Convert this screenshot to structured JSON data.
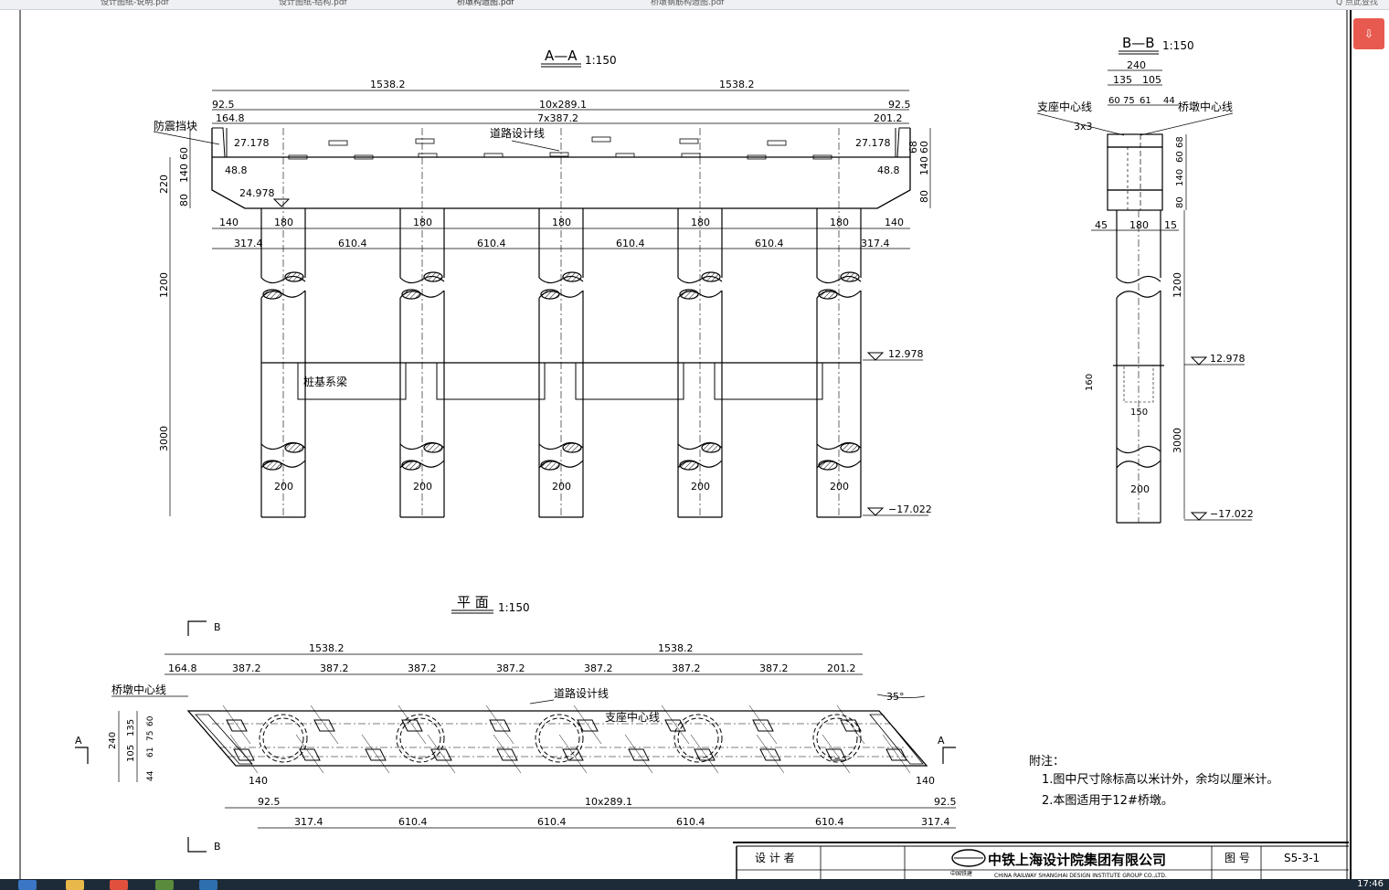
{
  "tabs": [
    {
      "label": "设计图纸-说明.pdf"
    },
    {
      "label": "设计图纸-结构.pdf"
    },
    {
      "label": "桥墩构造图.pdf"
    },
    {
      "label": "桥墩钢筋构造图.pdf"
    }
  ],
  "search_placeholder": "Q 点此查找",
  "side_button_icon": "pdf-convert-icon",
  "clock": "17:46",
  "colors": {
    "accent": "#e85a4f",
    "taskbar": "#1d2a38",
    "line": "#000000"
  },
  "drawing": {
    "aa": {
      "title": "A—A",
      "scale": "1:150",
      "dims": {
        "half": "1538.2",
        "edge": "92.5",
        "spacing10": "10x289.1",
        "spacing7": "7x387.2",
        "left_off": "164.8",
        "right_off": "201.2",
        "elev1": "27.178",
        "elev2": "48.8",
        "elev3": "24.978",
        "pier_w": "180",
        "side": "140",
        "col_edge": "317.4",
        "col_spacing": "610.4",
        "pile_d": "200",
        "h60": "60",
        "h140": "140",
        "h80": "80",
        "h220": "220",
        "h68": "68",
        "h1200": "1200",
        "h3000": "3000"
      },
      "labels": {
        "shear_key": "防震挡块",
        "road_line": "道路设计线",
        "tie_beam": "桩基系梁"
      },
      "levels": {
        "top": "12.978",
        "bottom": "−17.022"
      }
    },
    "bb": {
      "title": "B—B",
      "scale": "1:150",
      "dims": {
        "w240": "240",
        "w135": "135",
        "w105": "105",
        "w60": "60",
        "w75": "75",
        "w61": "61",
        "w44": "44",
        "chamfer": "3x3",
        "w45": "45",
        "w180": "180",
        "w15": "15",
        "h68": "68",
        "h60": "60",
        "h140": "140",
        "h80": "80",
        "h1200": "1200",
        "h160": "160",
        "w150": "150",
        "h3000": "3000",
        "d200": "200"
      },
      "labels": {
        "bearing": "支座中心线",
        "pier": "桥墩中心线"
      },
      "levels": {
        "top": "12.978",
        "bottom": "−17.022"
      }
    },
    "plan": {
      "title": "平 面",
      "scale": "1:150",
      "dims": {
        "half": "1538.2",
        "left_off": "164.8",
        "s387": "387.2",
        "right_off": "201.2",
        "angle": "35°",
        "w240": "240",
        "w135": "135",
        "w60": "60",
        "w75": "75",
        "w61": "61",
        "w105": "105",
        "w44": "44",
        "edge": "92.5",
        "spacing10": "10x289.1",
        "side": "140",
        "col_edge": "317.4",
        "col_spacing": "610.4"
      },
      "labels": {
        "pier": "桥墩中心线",
        "road": "道路设计线",
        "bearing": "支座中心线",
        "sec_a": "A",
        "sec_b": "B"
      }
    },
    "notes": {
      "title": "附注：",
      "items": [
        "1.图中尺寸除标高以米计外，余均以厘米计。",
        "2.本图适用于12#桥墩。"
      ]
    },
    "titleblock": {
      "designer": "设 计 者",
      "company": "中铁上海设计院集团有限公司",
      "company_en": "CHINA RAILWAY SHANGHAI DESIGN INSTITUTE GROUP CO.,LTD.",
      "drawing_no_label": "图 号",
      "drawing_no": "S5-3-1",
      "logo_text": "中国铁建"
    }
  }
}
